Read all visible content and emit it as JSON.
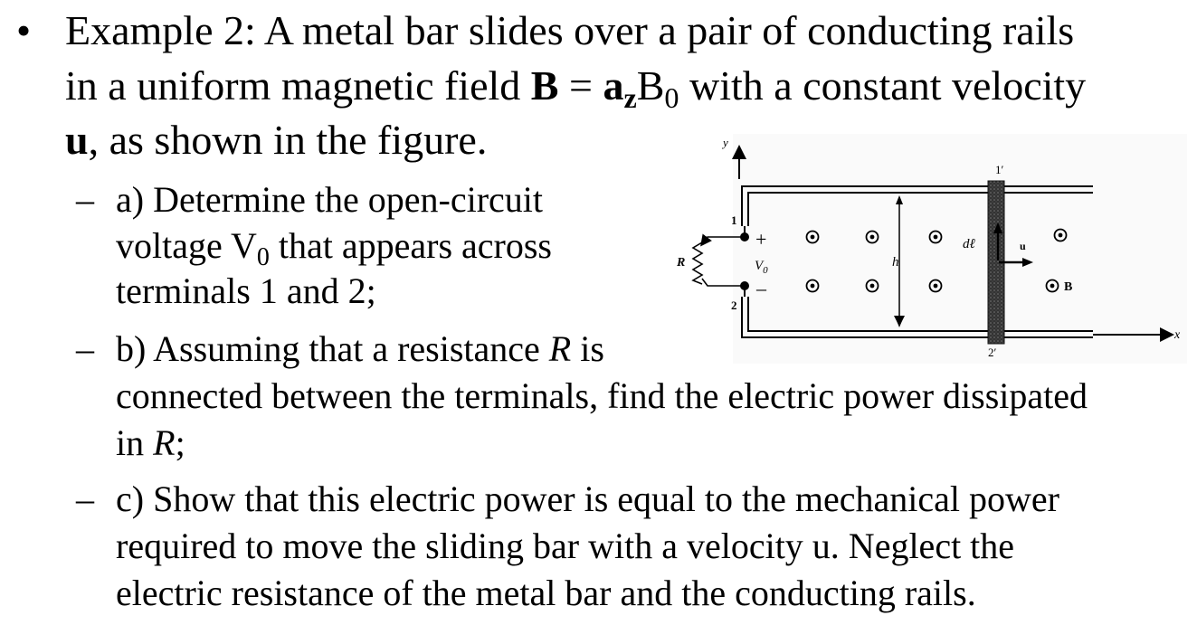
{
  "bullet": "•",
  "dash": "–",
  "example": {
    "l1": "Example 2: A metal bar slides over a pair of conducting rails",
    "l2_pre": "in a uniform magnetic field ",
    "l2_B": "B",
    "l2_eq": " = ",
    "l2_a": "a",
    "l2_z": "z",
    "l2_B0": "B",
    "l2_0": "0",
    "l2_post": " with a constant velocity",
    "l3_u": "u",
    "l3_post": ", as shown in the figure."
  },
  "part_a": {
    "l1": "a) Determine the open-circuit",
    "l2_pre": "voltage V",
    "l2_sub": "0",
    "l2_post": " that appears across",
    "l3": "terminals 1 and 2;"
  },
  "part_b": {
    "l1_pre": "b) Assuming that a resistance ",
    "l1_R": "R",
    "l1_post": " is",
    "l2": "connected between the terminals, find the electric power dissipated",
    "l3_pre": "in ",
    "l3_R": "R",
    "l3_post": ";"
  },
  "part_c": {
    "l1": "c) Show that this electric power is equal to the mechanical power",
    "l2": "required to move the sliding bar with a velocity u. Neglect the",
    "l3": "electric resistance of the metal bar and the conducting rails."
  },
  "figure": {
    "y_label": "y",
    "x_label": "x",
    "terminal_1": "1",
    "terminal_2": "2",
    "bar_top": "1′",
    "bar_bottom": "2′",
    "resistor": "R",
    "plus": "+",
    "minus": "–",
    "v0": "V",
    "v0_sub": "0",
    "height": "h",
    "dl": "dℓ",
    "velocity": "u",
    "field": "B"
  }
}
